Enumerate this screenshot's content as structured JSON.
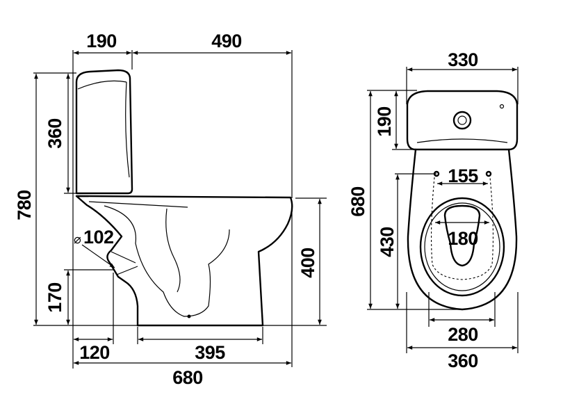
{
  "side_view": {
    "tank_depth": "190",
    "bowl_depth": "490",
    "tank_height": "360",
    "total_height": "780",
    "outlet_diameter_symbol": "⌀",
    "outlet_diameter": "102",
    "outlet_height": "170",
    "outlet_offset": "120",
    "base_length": "395",
    "total_length": "680",
    "seat_height": "400"
  },
  "top_view": {
    "total_width": "330",
    "tank_depth": "190",
    "total_length": "680",
    "hinge_spacing": "155",
    "bowl_length": "430",
    "opening_width": "180",
    "base_width": "280",
    "bowl_width": "360"
  }
}
